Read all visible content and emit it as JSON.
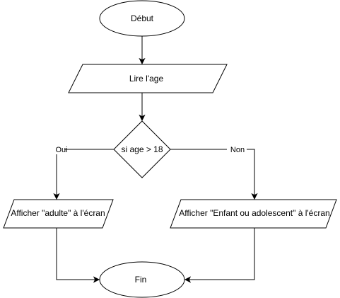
{
  "nodes": {
    "start": {
      "label": "Début",
      "shape": "ellipse"
    },
    "read_age": {
      "label": "Lire l'age",
      "shape": "parallelogram"
    },
    "decision": {
      "label": "si age > 18",
      "shape": "diamond"
    },
    "show_adult": {
      "label": "Afficher \"adulte\" à l'écran",
      "shape": "parallelogram"
    },
    "show_child": {
      "label": "Afficher \"Enfant ou adolescent\" à l'écran",
      "shape": "parallelogram"
    },
    "end": {
      "label": "Fin",
      "shape": "ellipse"
    }
  },
  "edges": {
    "start_to_read": {
      "from": "start",
      "to": "read_age",
      "label": ""
    },
    "read_to_decision": {
      "from": "read_age",
      "to": "decision",
      "label": ""
    },
    "decision_yes": {
      "from": "decision",
      "to": "show_adult",
      "label": "Oui"
    },
    "decision_no": {
      "from": "decision",
      "to": "show_child",
      "label": "Non"
    },
    "adult_to_end": {
      "from": "show_adult",
      "to": "end",
      "label": ""
    },
    "child_to_end": {
      "from": "show_child",
      "to": "end",
      "label": ""
    }
  },
  "colors": {
    "stroke": "#000000",
    "fill": "#ffffff",
    "background": "#ffffff"
  }
}
